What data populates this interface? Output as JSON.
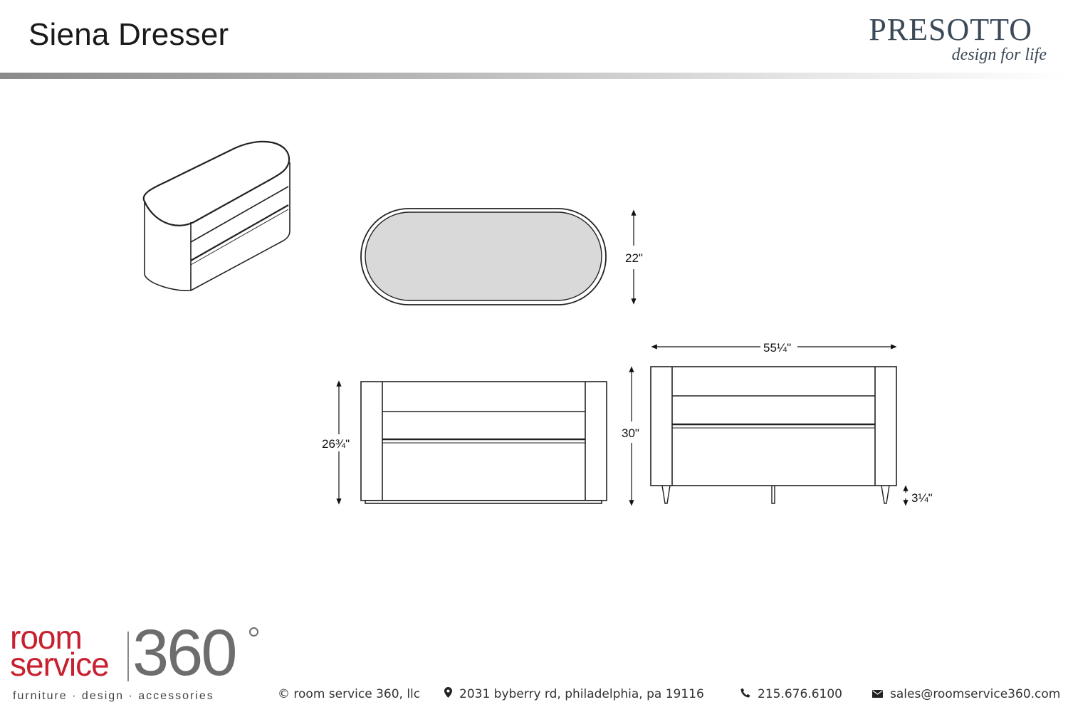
{
  "header": {
    "title": "Siena Dresser",
    "brand_name": "PRESOTTO",
    "brand_tagline": "design for life"
  },
  "dimensions": {
    "top_depth": "22\"",
    "dresser_width": "55¼\"",
    "dresser_height_plinth": "26¾\"",
    "dresser_height_legs": "30\"",
    "leg_height": "3¼\""
  },
  "footer": {
    "logo_line1": "room",
    "logo_line2": "service",
    "logo_number": "360",
    "logo_tagline": "furniture  ·  design  ·  accessories",
    "copyright": "© room service 360, llc",
    "address": "2031 byberry rd, philadelphia, pa 19116",
    "phone": "215.676.6100",
    "email": "sales@roomservice360.com",
    "icons": [
      "map-pin-icon",
      "phone-icon",
      "envelope-icon"
    ],
    "brand_red": "#c8202f"
  }
}
